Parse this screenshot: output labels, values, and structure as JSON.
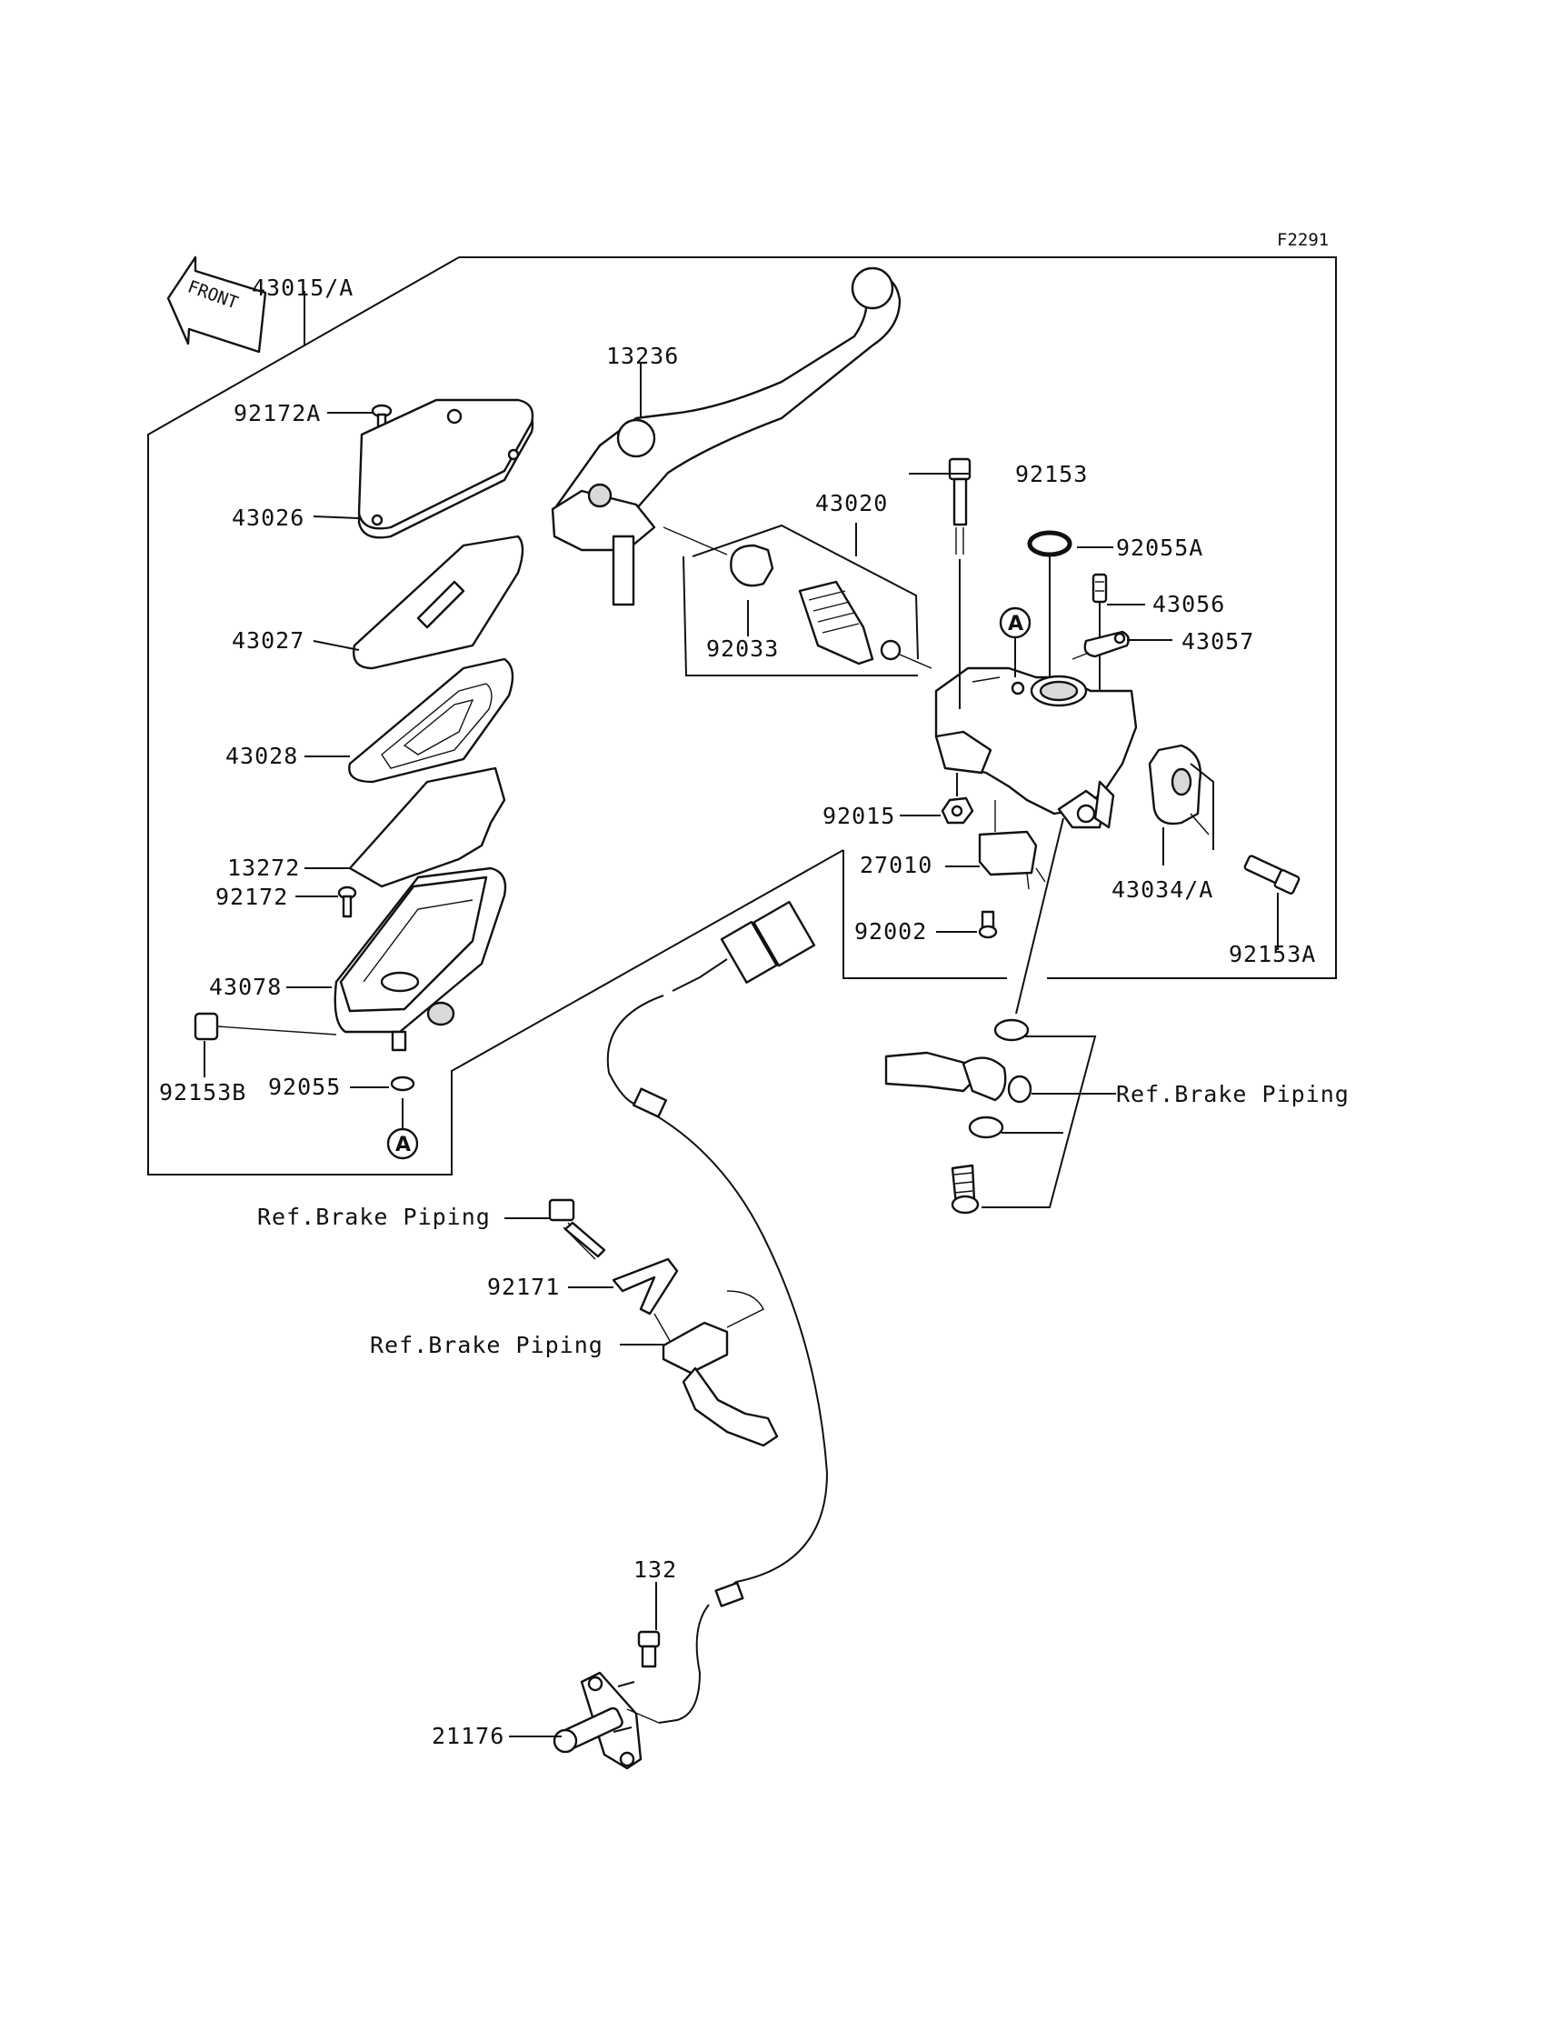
{
  "figure_code": "F2291",
  "front_label": "FRONT",
  "ref_marker": "A",
  "labels": {
    "p43015": "43015/A",
    "p13236": "13236",
    "p92172A": "92172A",
    "p43026": "43026",
    "p43020": "43020",
    "p92153": "92153",
    "p92055A": "92055A",
    "p43056": "43056",
    "p43057": "43057",
    "p43027": "43027",
    "p92033": "92033",
    "p43028": "43028",
    "p92015": "92015",
    "p13272": "13272",
    "p27010": "27010",
    "p92172": "92172",
    "p43034": "43034/A",
    "p92002": "92002",
    "p43078": "43078",
    "p92153A": "92153A",
    "p92153B": "92153B",
    "p92055": "92055",
    "ref_brake_1": "Ref.Brake Piping",
    "ref_brake_2": "Ref.Brake Piping",
    "ref_brake_3": "Ref.Brake Piping",
    "p92171": "92171",
    "p132": "132",
    "p21176": "21176"
  }
}
